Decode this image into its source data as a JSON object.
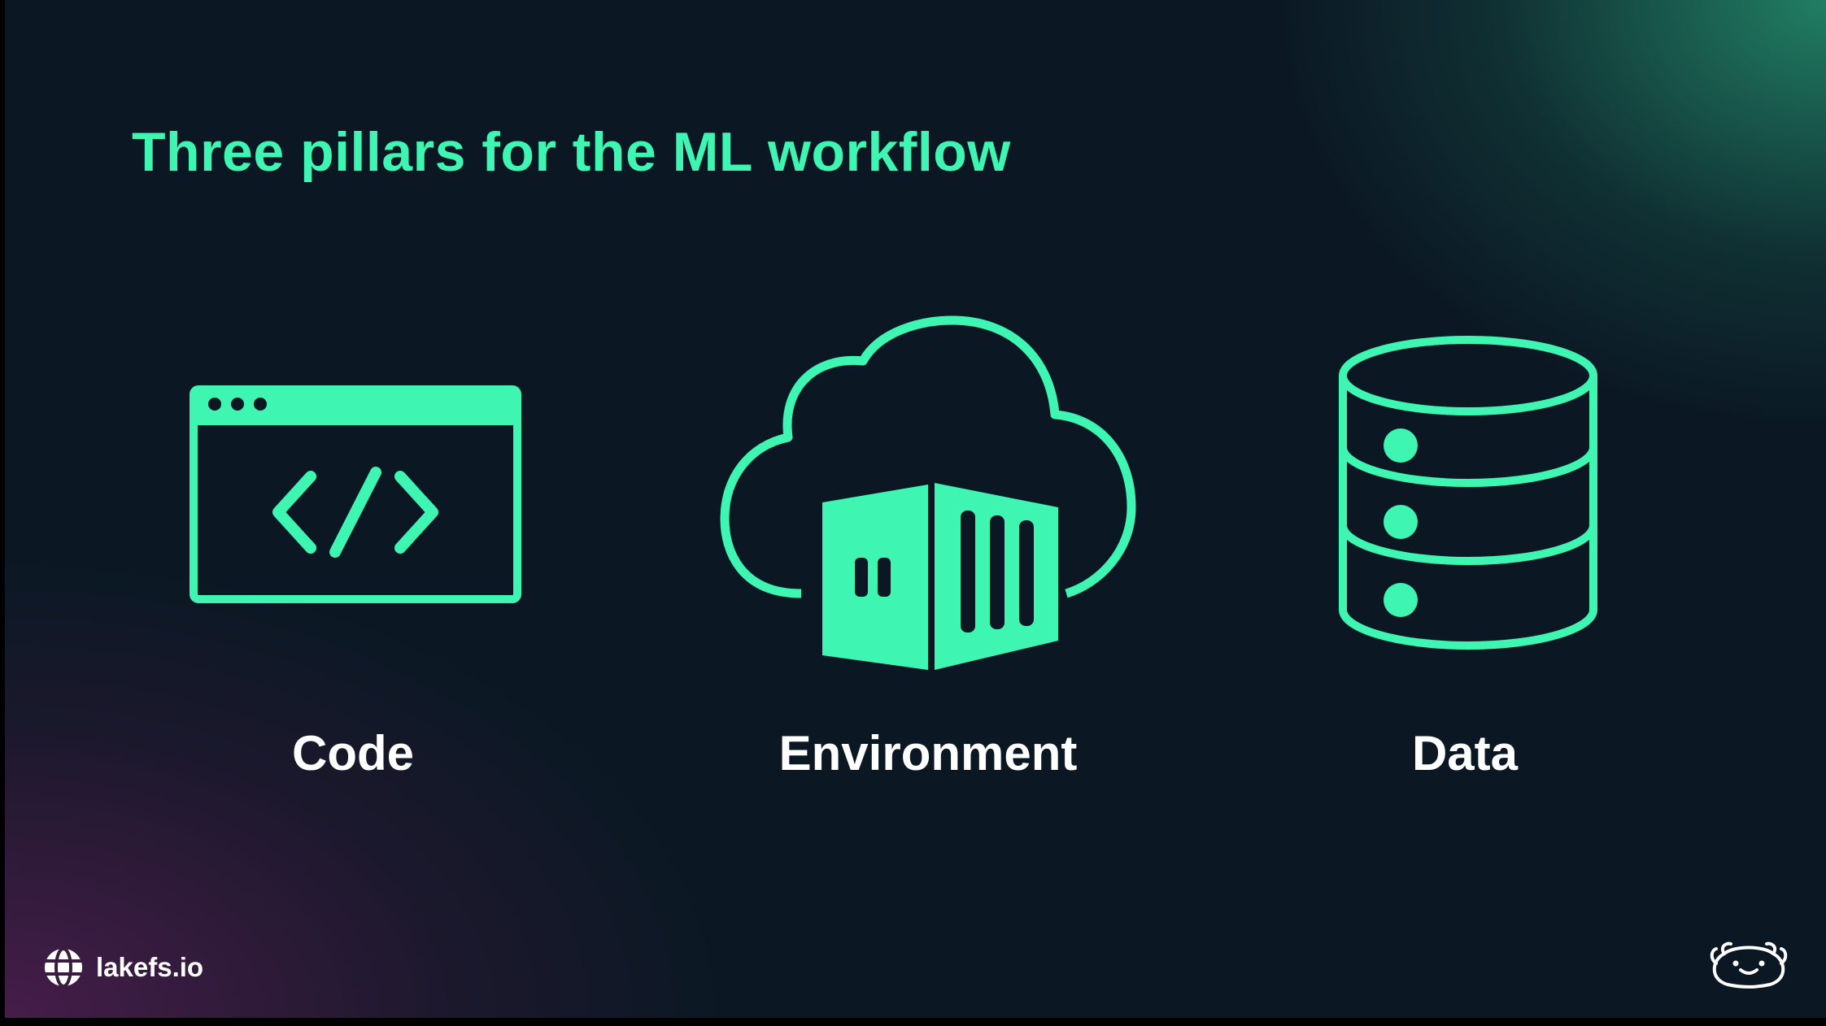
{
  "slide": {
    "title": "Three pillars for the ML workflow",
    "pillars": [
      {
        "label": "Code",
        "icon": "code-window-icon"
      },
      {
        "label": "Environment",
        "icon": "cloud-container-icon"
      },
      {
        "label": "Data",
        "icon": "database-icon"
      }
    ],
    "footer": {
      "link": "lakefs.io",
      "icon": "globe-icon",
      "logo": "axolotl-logo-icon"
    }
  },
  "colors": {
    "accent": "#3ef5b2",
    "text": "#ffffff",
    "background": "#0b1824"
  }
}
